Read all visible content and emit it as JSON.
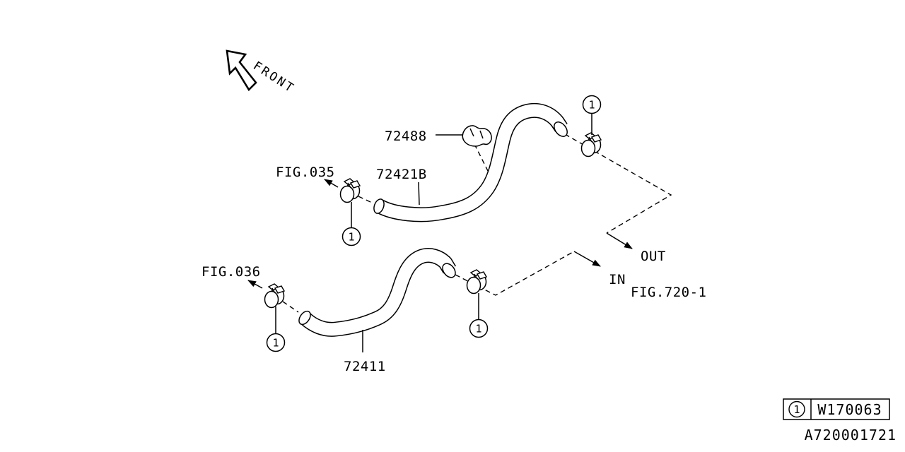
{
  "diagram": {
    "front_arrow_label": "FRONT",
    "parts": {
      "clip": "72488",
      "hose_upper": "72421B",
      "hose_lower": "72411"
    },
    "figure_refs": {
      "fig_035": "FIG.035",
      "fig_036": "FIG.036",
      "fig_720_1": "FIG.720-1"
    },
    "flow": {
      "out": "OUT",
      "in": "IN"
    },
    "callout": "1",
    "legend": {
      "callout": "1",
      "part_number": "W170063"
    },
    "drawing_number": "A720001721",
    "colors": {
      "line": "#000000",
      "background": "#ffffff"
    }
  }
}
